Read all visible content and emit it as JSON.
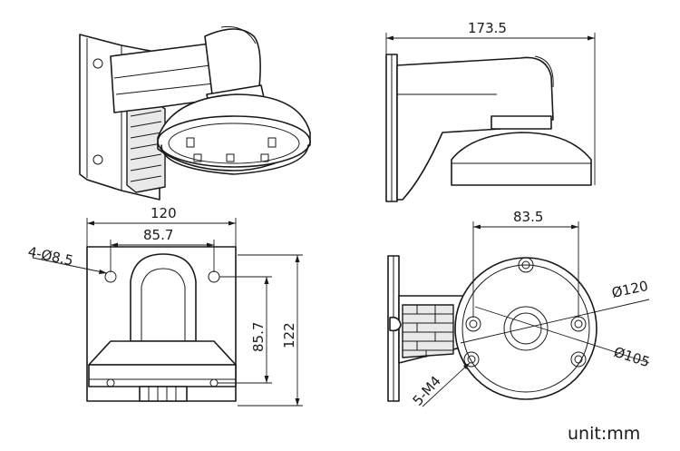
{
  "dimensions": {
    "side_width": "173.5",
    "plate_width": "120",
    "hole_spacing_h": "85.7",
    "hole_spacing_v": "85.7",
    "plate_height": "122",
    "hole_size": "4-Ø8.5",
    "dome_hole_spacing": "83.5",
    "dome_outer_dia": "Ø120",
    "dome_inner_dia": "Ø105",
    "screw_holes": "5-M4"
  },
  "unit_label": "unit:mm",
  "colors": {
    "line": "#1a1a1a",
    "background": "#ffffff"
  }
}
